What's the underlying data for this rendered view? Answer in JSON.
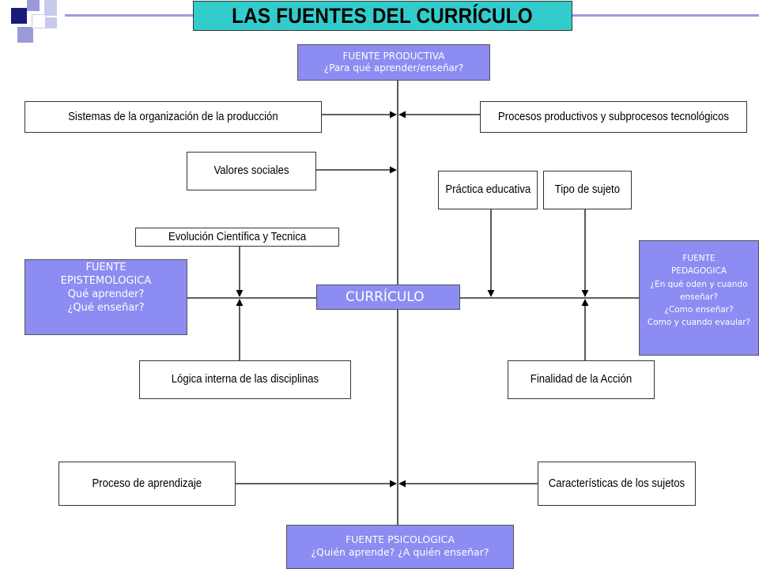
{
  "title": "LAS FUENTES DEL CURRÍCULO",
  "colors": {
    "title_bg": "#33cccc",
    "source_bg": "#8c8cf2",
    "source_text": "#ffffff",
    "decor_dark": "#1a1a7a",
    "decor_light": "#9b9bd9"
  },
  "nodes": {
    "fuente_productiva": [
      "FUENTE PRODUCTIVA",
      "¿Para qué aprender/enseñar?"
    ],
    "fuente_epistemologica": [
      "FUENTE",
      "EPISTEMOLOGICA",
      "Qué aprender?",
      "¿Qué enseñar?"
    ],
    "fuente_pedagogica": [
      "FUENTE",
      "PEDAGOGICA",
      "¿En qué oden  y cuando",
      "enseñar?",
      "¿Como enseñar?",
      "Como y cuando evaular?"
    ],
    "fuente_psicologica": [
      "FUENTE PSICOLOGICA",
      "¿Quién aprende? ¿A quién enseñar?"
    ],
    "curriculo": "CURRÍCULO",
    "sistemas": "Sistemas de la organización de la producción",
    "procesos_productivos": "Procesos productivos y subprocesos tecnológicos",
    "valores_sociales": "Valores sociales",
    "practica_educativa": "Práctica educativa",
    "tipo_sujeto": "Tipo de sujeto",
    "evolucion": "Evolución Científica y Tecnica",
    "logica_interna": "Lógica interna de las disciplinas",
    "finalidad_accion": "Finalidad de la Acción",
    "proceso_aprendizaje": "Proceso de aprendizaje",
    "caracteristicas_sujetos": "Características de los sujetos"
  },
  "decor_icon": "squares-logo-icon"
}
